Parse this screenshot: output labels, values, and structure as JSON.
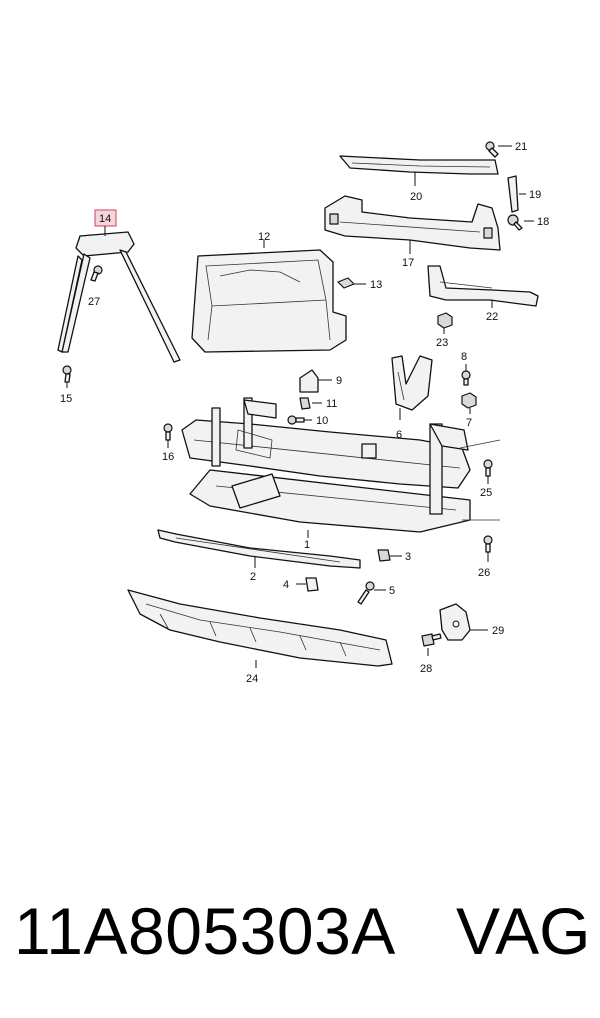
{
  "diagram": {
    "highlighted_part": "14",
    "labels": {
      "p1": "1",
      "p2": "2",
      "p3": "3",
      "p4": "4",
      "p5": "5",
      "p6": "6",
      "p7": "7",
      "p8": "8",
      "p9": "9",
      "p10": "10",
      "p11": "11",
      "p12": "12",
      "p13": "13",
      "p14": "14",
      "p15": "15",
      "p16": "16",
      "p17": "17",
      "p18": "18",
      "p19": "19",
      "p20": "20",
      "p21": "21",
      "p22": "22",
      "p23": "23",
      "p24": "24",
      "p25": "25",
      "p26": "26",
      "p27": "27",
      "p28": "28",
      "p29": "29"
    }
  },
  "footer": {
    "part_number": "11A805303A",
    "brand": "VAG"
  }
}
